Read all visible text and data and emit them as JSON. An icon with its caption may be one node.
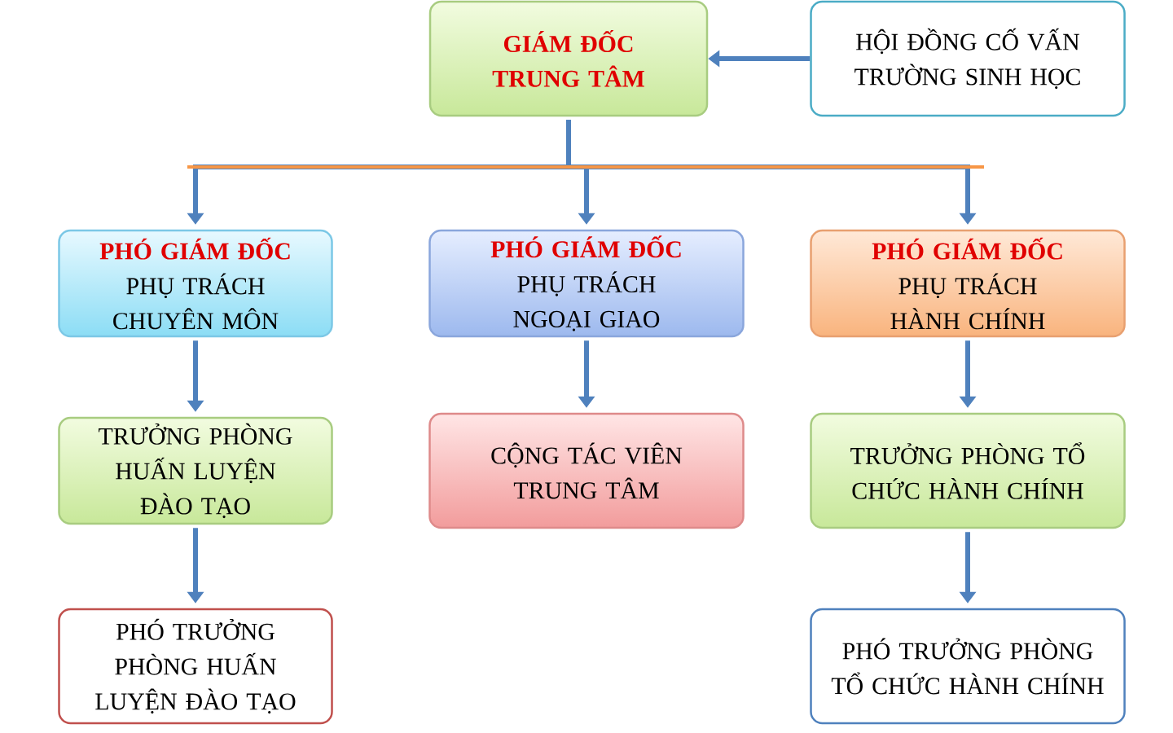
{
  "diagram": {
    "nodes": [
      {
        "text": [
          "GIÁM ĐỐC TRUNG TÂM"
        ]
      },
      {
        "text": [
          "HỘI ĐỒNG CỐ VẤN TRƯỜNG SINH HỌC"
        ]
      },
      {
        "text": [
          "PHÓ GIÁM ĐỐC",
          "PHỤ TRÁCH CHUYÊN MÔN"
        ]
      },
      {
        "text": [
          "PHÓ GIÁM ĐỐC",
          "PHỤ TRÁCH NGOẠI GIAO"
        ]
      },
      {
        "text": [
          "PHÓ GIÁM ĐỐC",
          "PHỤ TRÁCH HÀNH CHÍNH"
        ]
      },
      {
        "text": [
          "TRƯỞNG PHÒNG HUẤN LUYỆN ĐÀO TẠO"
        ]
      },
      {
        "text": [
          "CỘNG TÁC VIÊN TRUNG TÂM"
        ]
      },
      {
        "text": [
          "TRƯỞNG PHÒNG TỔ CHỨC HÀNH CHÍNH"
        ]
      },
      {
        "text": [
          "PHÓ TRƯỞNG PHÒNG HUẤN LUYỆN ĐÀO TẠO"
        ]
      },
      {
        "text": [
          "PHÓ TRƯỞNG PHÒNG TỔ CHỨC HÀNH CHÍNH"
        ]
      }
    ],
    "edges": [
      {
        "from": 1,
        "to": 0,
        "arrow": "to"
      },
      {
        "from": 0,
        "to": 2,
        "arrow": "to"
      },
      {
        "from": 0,
        "to": 3,
        "arrow": "to"
      },
      {
        "from": 0,
        "to": 4,
        "arrow": "to"
      },
      {
        "from": 2,
        "to": 5,
        "arrow": "to"
      },
      {
        "from": 3,
        "to": 6,
        "arrow": "to"
      },
      {
        "from": 4,
        "to": 7,
        "arrow": "to"
      },
      {
        "from": 5,
        "to": 8,
        "arrow": "to"
      },
      {
        "from": 7,
        "to": 9,
        "arrow": "to"
      }
    ]
  }
}
